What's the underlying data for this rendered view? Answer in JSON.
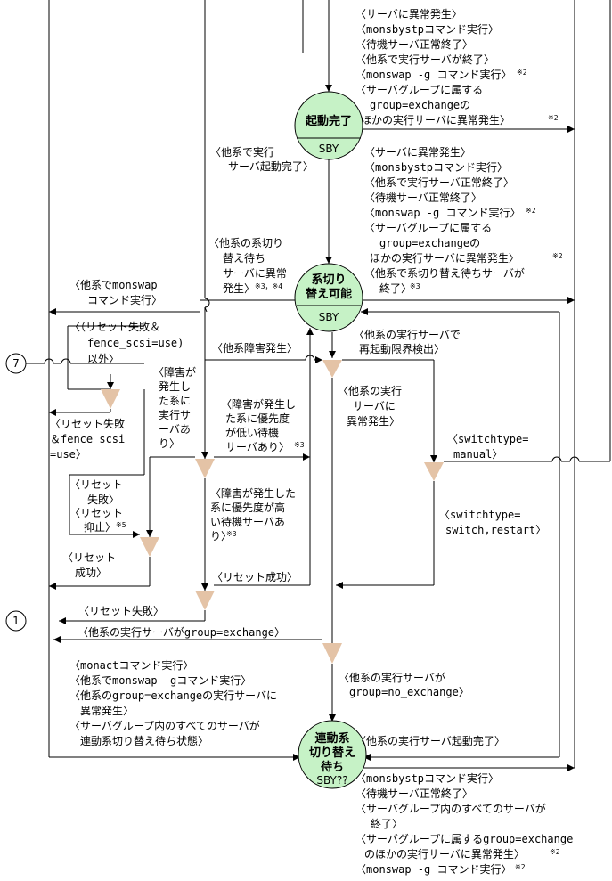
{
  "states": {
    "startup_complete": {
      "name": "起動完了",
      "sub": "SBY"
    },
    "switchable": {
      "name1": "系切り",
      "name2": "替え可能",
      "sub": "SBY"
    },
    "linked": {
      "name1": "連動系",
      "name2": "切り替え",
      "name3": "待ち",
      "sub": "SBY??"
    }
  },
  "connectors": {
    "c7": "7",
    "c1": "1"
  },
  "labels": {
    "top_exit": [
      "〈サーバに異常発生〉",
      "〈monsbystpコマンド実行〉",
      "〈待機サーバ正常終了〉",
      "〈他系で実行サーバが終了〉",
      "〈monswap -g コマンド実行〉",
      "〈サーバグループに属する",
      "group=exchangeの",
      "ほかの実行サーバに異常発生〉"
    ],
    "other_started": [
      "〈他系で実行",
      "サーバ起動完了〉"
    ],
    "mid_exit": [
      "〈サーバに異常発生〉",
      "〈monsbystpコマンド実行〉",
      "〈他系で実行サーバ正常終了〉",
      "〈待機サーバ正常終了〉",
      "〈monswap -g コマンド実行〉",
      "〈サーバグループに属する",
      "group=exchangeの",
      "ほかの実行サーバに異常発生〉",
      "〈他系で系切り替え待ちサーバが",
      "終了〉"
    ],
    "waiting_error": [
      "〈他系の系切り",
      "替え待ち",
      "サーバに異常",
      "発生〉"
    ],
    "monswap_other": [
      "〈他系でmonswap",
      "コマンド実行〉"
    ],
    "reset_not_failed": [
      "〈（リセット失敗＆",
      "fence_scsi=use)",
      "以外〉"
    ],
    "reset_failed_fence": [
      "〈リセット失敗",
      "＆fence_scsi",
      "=use〉"
    ],
    "fault_occurred": "〈他系障害発生〉",
    "restart_limit": [
      "〈他系の実行サーバで",
      "再起動限界検出〉"
    ],
    "faulty_system_running": [
      "〈障害が",
      "発生し",
      "た系に",
      "実行サ",
      "ーバあ",
      "り〉"
    ],
    "low_priority": [
      "〈障害が発生し",
      "た系に優先度",
      "が低い待機",
      "サーバあり〉"
    ],
    "high_priority": [
      "〈障害が発生した",
      "系に優先度が高",
      "い待機サーバあ",
      "り〉"
    ],
    "other_exec_error": [
      "〈他系の実行",
      "サーバに",
      "異常発生〉"
    ],
    "switchtype_manual": [
      "〈switchtype=",
      "manual〉"
    ],
    "switchtype_switch": [
      "〈switchtype=",
      "switch,restart〉"
    ],
    "reset_suppress": [
      "〈リセット",
      "失敗〉",
      "〈リセット",
      "抑止〉"
    ],
    "reset_success_left": [
      "〈リセット",
      "成功〉"
    ],
    "reset_success_mid": "〈リセット成功〉",
    "reset_failed": "〈リセット失敗〉",
    "group_exchange": "〈他系の実行サーバがgroup=exchange〉",
    "group_no_exchange": [
      "〈他系の実行サーバが",
      "group=no_exchange〉"
    ],
    "bottom_left": [
      "〈monactコマンド実行〉",
      "〈他系でmonswap -gコマンド実行〉",
      "〈他系のgroup=exchangeの実行サーバに",
      "異常発生〉",
      "〈サーバグループ内のすべてのサーバが",
      "連動系切り替え待ち状態〉"
    ],
    "other_exec_started": "〈他系の実行サーバ起動完了〉",
    "bottom_right": [
      "〈monsbystpコマンド実行〉",
      "〈待機サーバ正常終了〉",
      "〈サーバグループ内のすべてのサーバが",
      "終了〉",
      "〈サーバグループに属するgroup=exchange",
      "のほかの実行サーバに異常発生〉",
      "〈monswap -g コマンド実行〉"
    ]
  },
  "notes": {
    "n2": "※2",
    "n3": "※3",
    "n34": "※3，※4",
    "n5": "※5"
  },
  "colors": {
    "state_fill": "#c6f2c6",
    "decision_fill": "#e4c3a6"
  }
}
